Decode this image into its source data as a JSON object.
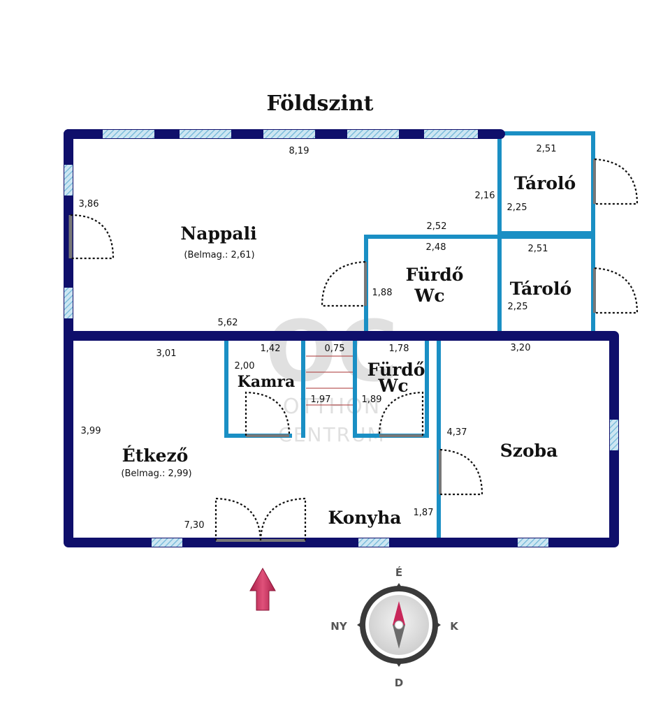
{
  "title": "Földszint",
  "rooms": {
    "nappali": "Nappali",
    "nappali_height": "(Belmag.: 2,61)",
    "taroló_1": "Tároló",
    "taroló_2": "Tároló",
    "furdo_1_a": "Fürdő",
    "furdo_1_b": "Wc",
    "furdo_2_a": "Fürdő",
    "furdo_2_b": "Wc",
    "kamra": "Kamra",
    "etkezo": "Étkező",
    "etkezo_height": "(Belmag.: 2,99)",
    "konyha": "Konyha",
    "szoba": "Szoba"
  },
  "dimensions": {
    "d_819": "8,19",
    "d_386": "3,86",
    "d_216": "2,16",
    "d_251_a": "2,51",
    "d_225_a": "2,25",
    "d_252": "2,52",
    "d_248": "2,48",
    "d_251_b": "2,51",
    "d_188": "1,88",
    "d_225_b": "2,25",
    "d_562": "5,62",
    "d_301": "3,01",
    "d_142": "1,42",
    "d_075": "0,75",
    "d_178": "1,78",
    "d_320": "3,20",
    "d_200": "2,00",
    "d_197": "1,97",
    "d_189": "1,89",
    "d_399": "3,99",
    "d_437": "4,37",
    "d_730": "7,30",
    "d_187": "1,87"
  },
  "compass": {
    "n": "É",
    "s": "D",
    "e": "K",
    "w": "NY"
  },
  "watermark": {
    "logo": "OC",
    "line1": "OTTHON",
    "line2": "CENTRUM"
  },
  "colors": {
    "outer_wall": "#0f0f6b",
    "inner_wall": "#1a8fc4",
    "window": "#a9d3e6",
    "arrow": "#c8275a"
  },
  "icons": {
    "entrance": "entrance-arrow-icon",
    "compass": "compass-icon"
  }
}
